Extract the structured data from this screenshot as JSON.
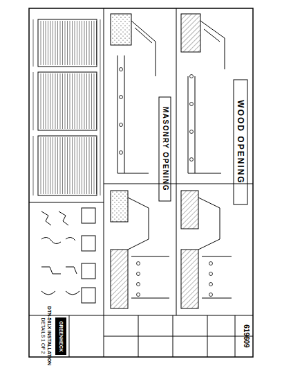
{
  "diagram": {
    "labels": [
      "WOOD OPENING",
      "MASONRY OPENING",
      "DTN-501X INSTALLATION",
      "DETAILS 1 OF 2",
      "GREENHECK",
      "619609"
    ]
  }
}
